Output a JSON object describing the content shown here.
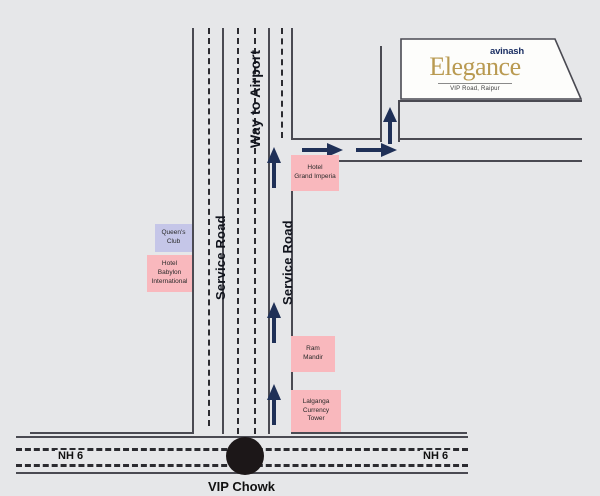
{
  "map": {
    "background_color": "#e6e7e9",
    "road_color": "#4a4a52",
    "arrow_color": "#1f3057",
    "poi_pink_color": "#f9b8bd",
    "poi_lavender_color": "#c5c6e8"
  },
  "brand": {
    "top_word": "avinash",
    "name": "Elegance",
    "location": "VIP Road, Raipur",
    "gold_color": "#b99a51",
    "navy_color": "#1b2f63"
  },
  "roads": {
    "service_road_left": "Service Road",
    "way_to_airport": "Way to Airport",
    "service_road_right": "Service Road",
    "nh6_left": "NH 6",
    "nh6_right": "NH 6"
  },
  "landmarks": {
    "roundabout": "VIP Chowk",
    "hotel_grand_imperia": "Hotel\nGrand Imperia",
    "hotel_grand_imperia_line1": "Hotel",
    "hotel_grand_imperia_line2": "Grand Imperia",
    "queens_club_line1": "Queen's",
    "queens_club_line2": "Club",
    "hotel_babylon_line1": "Hotel",
    "hotel_babylon_line2": "Babylon",
    "hotel_babylon_line3": "International",
    "ram_mandir_line1": "Ram",
    "ram_mandir_line2": "Mandir",
    "lalganga_line1": "Lalganga",
    "lalganga_line2": "Currency",
    "lalganga_line3": "Tower"
  }
}
